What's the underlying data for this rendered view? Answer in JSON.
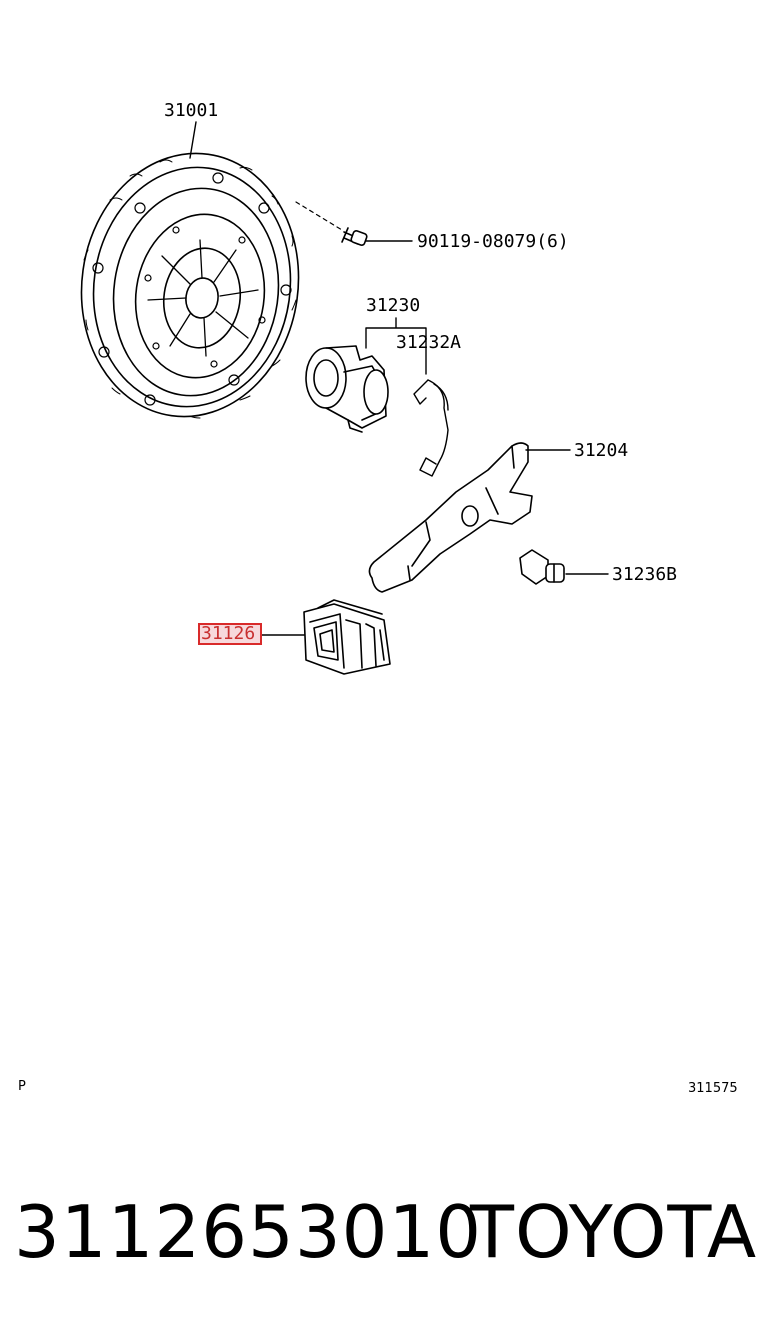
{
  "labels": {
    "pressure_plate": "31001",
    "bolt": "90119-08079(6)",
    "bearing": "31230",
    "clip": "31232A",
    "fork": "31204",
    "pivot": "31236B",
    "boot": "31126"
  },
  "page_marker": "P",
  "figure_number": "311575",
  "part_number": "3112653010",
  "brand": "TOYOTA"
}
